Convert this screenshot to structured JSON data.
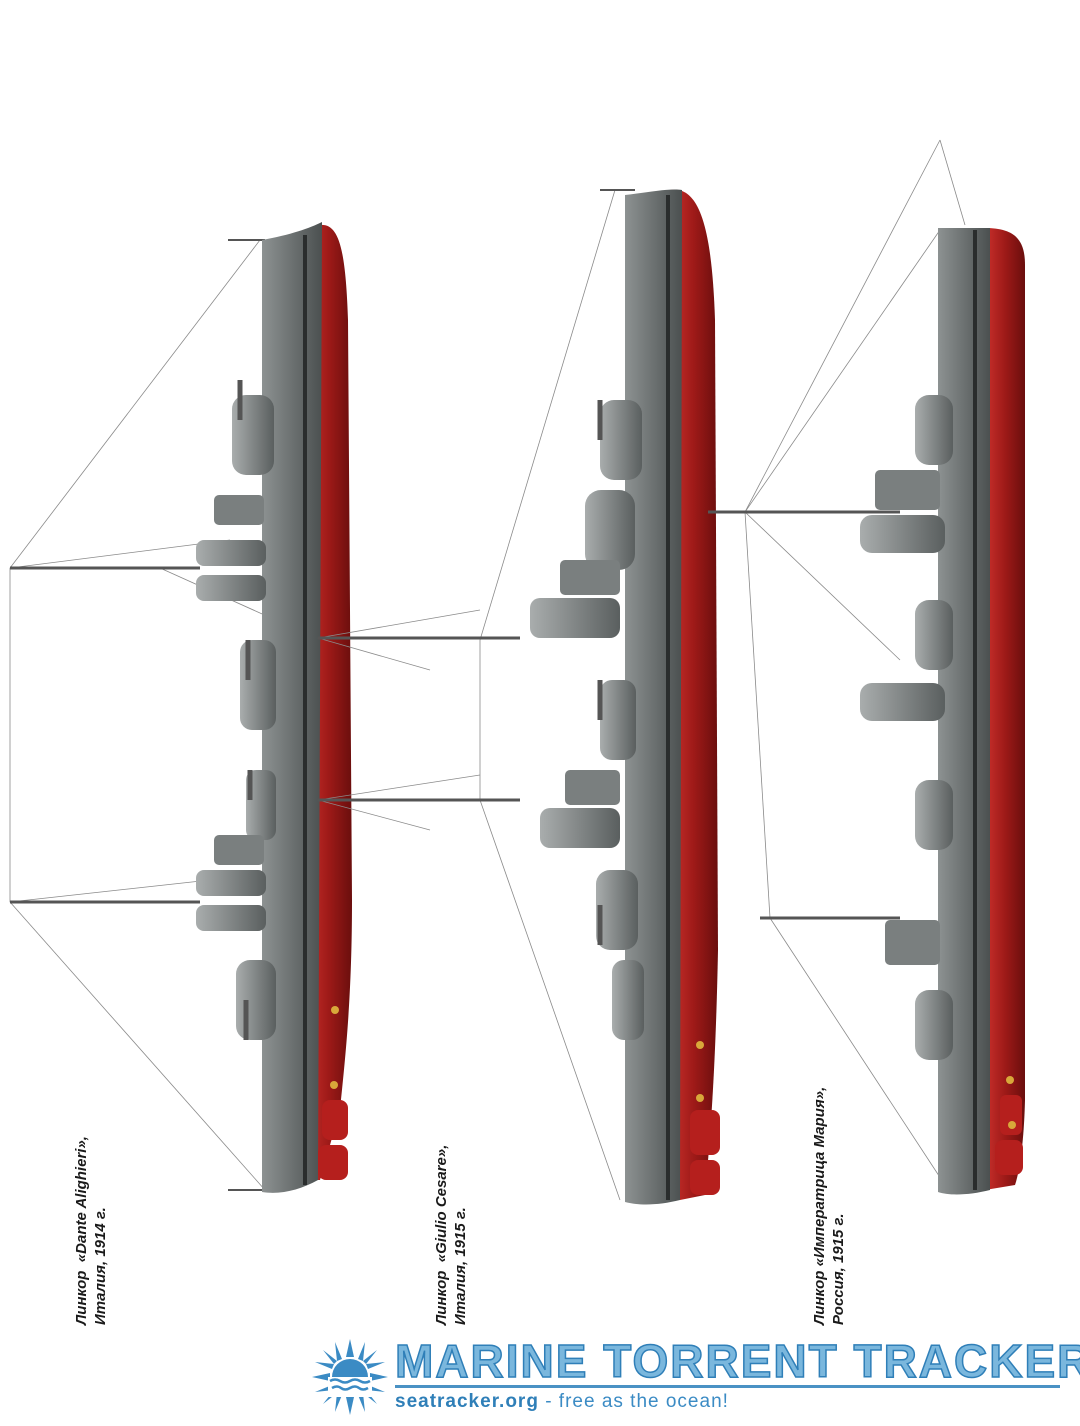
{
  "ships": [
    {
      "type_label": "Линкор",
      "name": "«Dante Alighieri»,",
      "origin": "Италия, 1914 г."
    },
    {
      "type_label": "Линкор",
      "name": "«Giulio Cesare»,",
      "origin": "Италия, 1915 г."
    },
    {
      "type_label": "Линкор",
      "name": "«Императрица Мария»,",
      "origin": "Россия, 1915 г."
    }
  ],
  "watermark": {
    "title": "MARINE TORRENT TRACKER",
    "site": "seatracker.org",
    "slogan": " - free as the ocean!",
    "color": "#2f7fb8"
  }
}
